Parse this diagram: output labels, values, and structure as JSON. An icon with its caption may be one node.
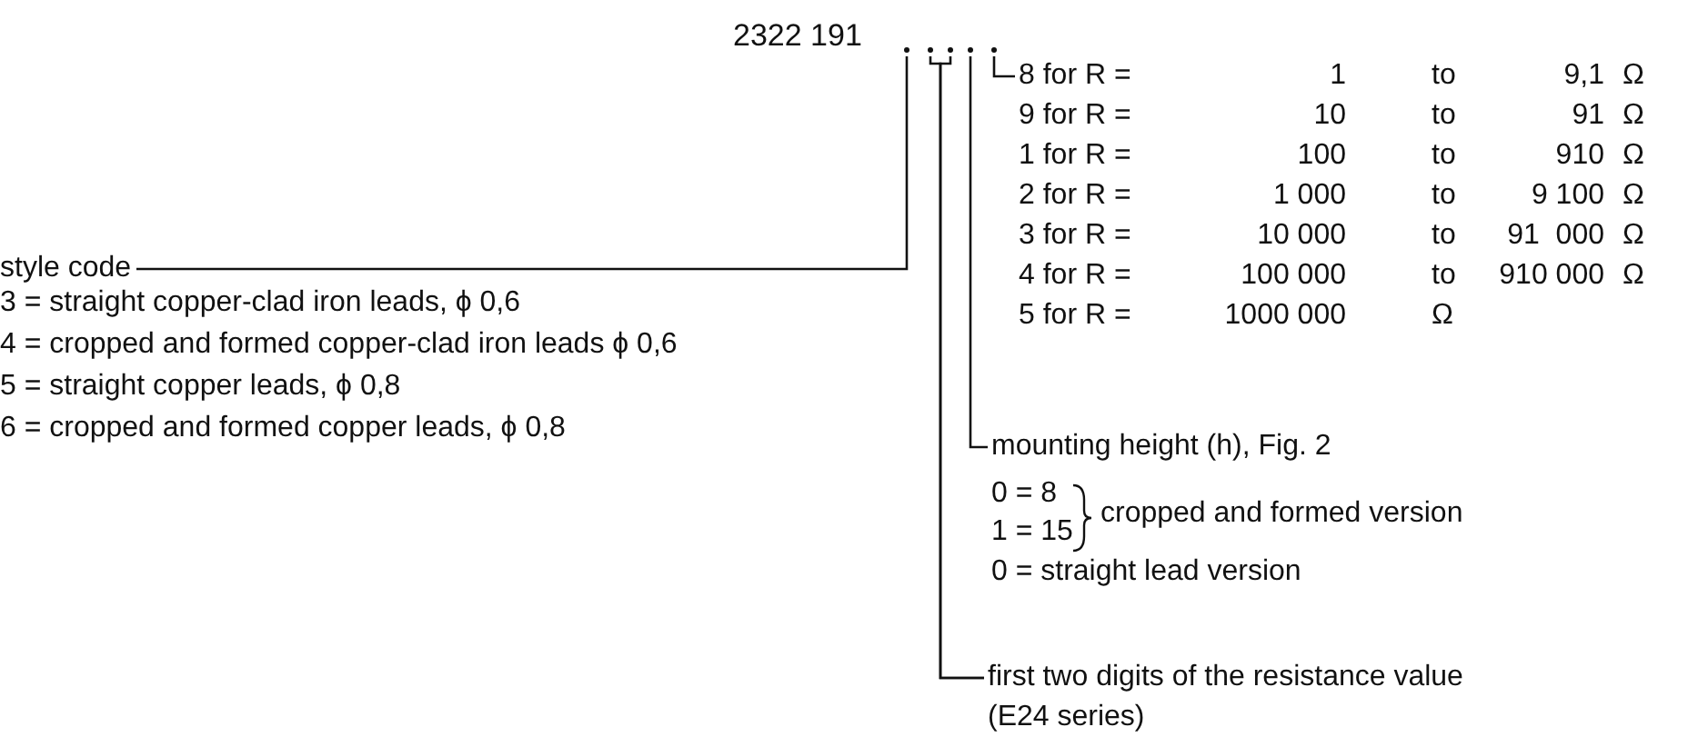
{
  "diagram": {
    "nodes": [
      {
        "text": [],
        "shape": "dot"
      },
      {
        "text": [],
        "shape": "dot"
      },
      {
        "text": [],
        "shape": "dot"
      },
      {
        "text": [],
        "shape": "dot"
      },
      {
        "text": [],
        "shape": "dot"
      },
      {
        "text": [
          "8 for R =",
          "1",
          "to",
          "9,1",
          "Ω",
          "9 for R =",
          "10",
          "to",
          "91",
          "Ω",
          "1 for R =",
          "100",
          "to",
          "910",
          "Ω",
          "2 for R =",
          "1 000",
          "to",
          "9 100",
          "Ω",
          "3 for R =",
          "10 000",
          "to",
          "91  000",
          "Ω",
          "4 for R =",
          "100 000",
          "to",
          "910 000",
          "Ω",
          "5 for R =",
          "1000 000",
          "Ω"
        ]
      },
      {
        "text": [
          "style code"
        ]
      },
      {
        "text": [
          "mounting height (h), Fig. 2"
        ]
      },
      {
        "text": [
          "first two digits of the resistance value (E24 series)"
        ]
      }
    ],
    "edges": [
      {
        "from": 6,
        "to": 0,
        "arrow": "none"
      },
      {
        "from": 5,
        "to": 4,
        "arrow": "none"
      },
      {
        "from": 7,
        "to": 3,
        "arrow": "none"
      },
      {
        "from": 8,
        "to": 1,
        "arrow": "none"
      },
      {
        "from": 8,
        "to": 2,
        "arrow": "none"
      }
    ],
    "labels": [
      "2322 191",
      "3 = straight copper-clad iron leads, ϕ 0,6",
      "4 = cropped and formed copper-clad iron leads ϕ 0,6",
      "5 = straight copper leads, ϕ 0,8",
      "6 = cropped and formed copper leads, ϕ 0,8",
      "0 = 8",
      "1 = 15",
      "cropped and formed version",
      "0 = straight lead version"
    ]
  }
}
